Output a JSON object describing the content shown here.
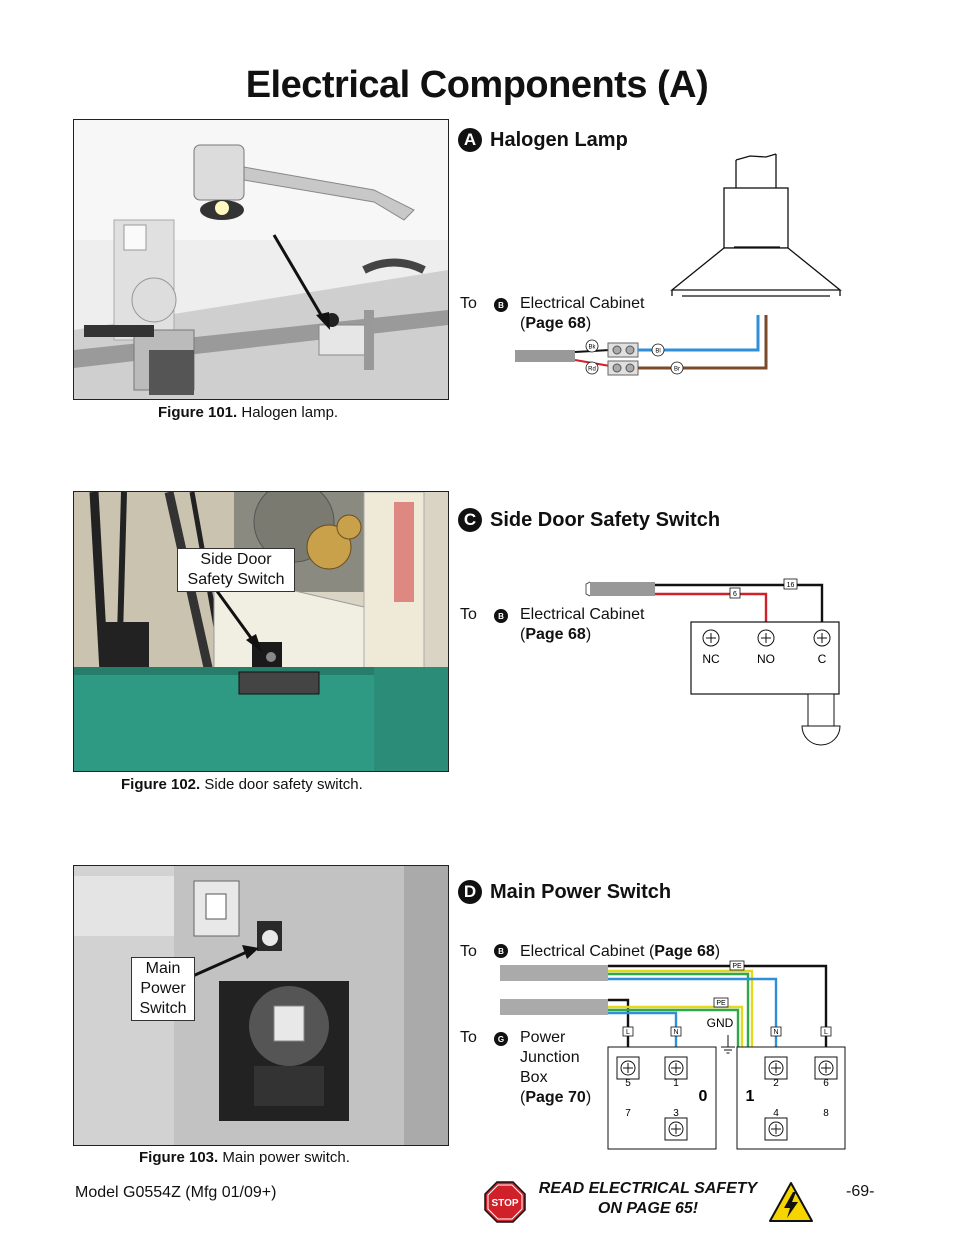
{
  "page": {
    "title": "Electrical Components (A)"
  },
  "figures": [
    {
      "number": "Figure 101.",
      "caption": "Halogen lamp."
    },
    {
      "number": "Figure 102.",
      "caption": "Side door safety switch."
    },
    {
      "number": "Figure 103.",
      "caption": "Main power switch."
    }
  ],
  "callouts": {
    "side_door": [
      "Side Door",
      "Safety Switch"
    ],
    "main_power": [
      "Main",
      "Power",
      "Switch"
    ]
  },
  "sections": {
    "a": {
      "letter": "A",
      "title": "Halogen Lamp",
      "to": "To",
      "badge": "B",
      "dest": "Electrical Cabinet",
      "page_open": "(",
      "page_ref": "Page 68",
      "page_close": ")",
      "wire_labels": {
        "bk": "Bk",
        "rd": "Rd",
        "bl": "Bl",
        "br": "Br"
      }
    },
    "c": {
      "letter": "C",
      "title": "Side Door Safety Switch",
      "to": "To",
      "badge": "B",
      "dest": "Electrical Cabinet",
      "page_open": "(",
      "page_ref": "Page 68",
      "page_close": ")",
      "wire_labels": {
        "w6": "6",
        "w16": "16"
      },
      "terminals": [
        "NC",
        "NO",
        "C"
      ]
    },
    "d": {
      "letter": "D",
      "title": "Main Power Switch",
      "line1": {
        "to": "To",
        "badge": "B",
        "dest": "Electrical Cabinet (",
        "page_ref": "Page 68",
        "page_close": ")"
      },
      "line2": {
        "to": "To",
        "badge": "G",
        "dest_lines": [
          "Power",
          "Junction",
          "Box"
        ],
        "page_open": "(",
        "page_ref": "Page 70",
        "page_close": ")"
      },
      "wire_labels": {
        "pe1": "PE",
        "pe2": "PE",
        "gnd": "GND",
        "l1": "L",
        "n1": "N",
        "n2": "N",
        "l2": "L"
      },
      "left_block": {
        "terminals": [
          "5",
          "1",
          "7",
          "3"
        ],
        "state": "0"
      },
      "right_block": {
        "terminals": [
          "2",
          "6",
          "4",
          "8"
        ],
        "state": "1"
      }
    }
  },
  "footer": {
    "model": "Model G0554Z (Mfg 01/09+)",
    "warning": [
      "READ ELECTRICAL SAFETY",
      "ON PAGE 65!"
    ],
    "stop": "STOP",
    "page": "-69-"
  },
  "colors": {
    "black": "#111111",
    "red": "#d0202a",
    "blue": "#2f8fd8",
    "brown": "#7a4a2a",
    "green": "#2ea84a",
    "yellow": "#e6d81c",
    "machine_green": "#2f9a83"
  }
}
